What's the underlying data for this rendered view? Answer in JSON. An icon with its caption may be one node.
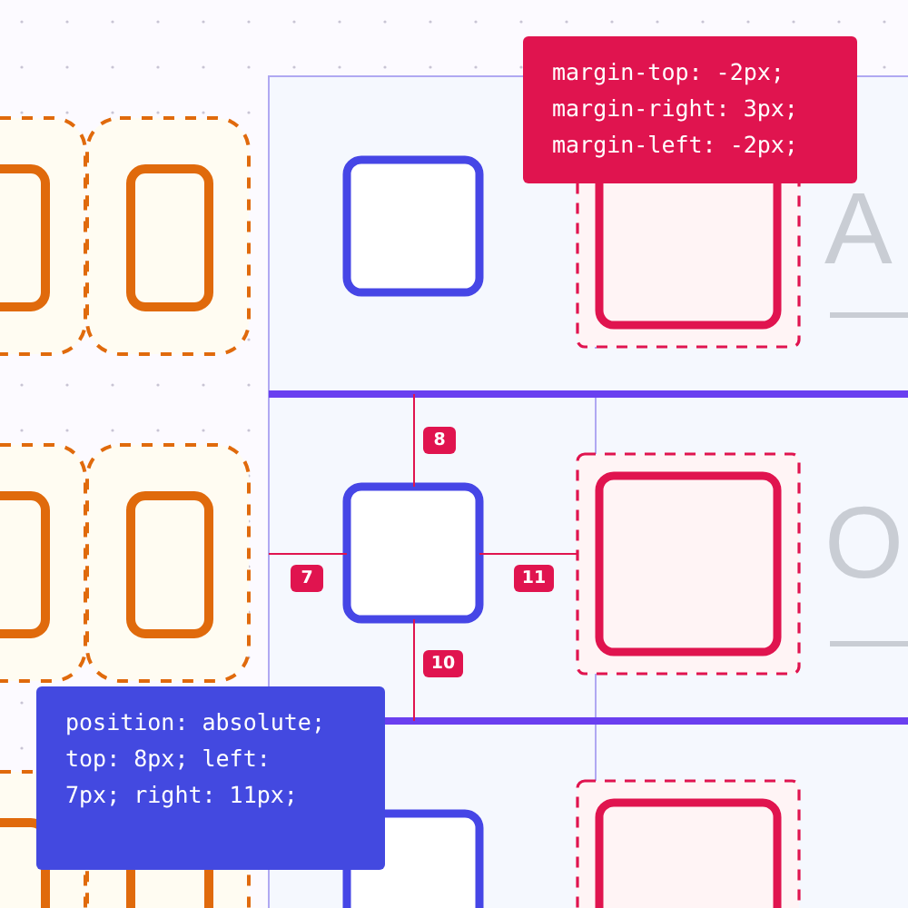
{
  "diagram": {
    "nodes": [
      {
        "text": [
          "margin-top: -2px; margin-right: 3px; margin-left: -2px;"
        ]
      },
      {
        "text": [
          "8"
        ]
      },
      {
        "text": [
          "7"
        ]
      },
      {
        "text": [
          "11"
        ]
      },
      {
        "text": [
          "10"
        ]
      },
      {
        "text": [
          "position: absolute; top: 8px; left: 7px; right: 11px;"
        ]
      }
    ],
    "labels": [
      "A",
      "O"
    ]
  }
}
